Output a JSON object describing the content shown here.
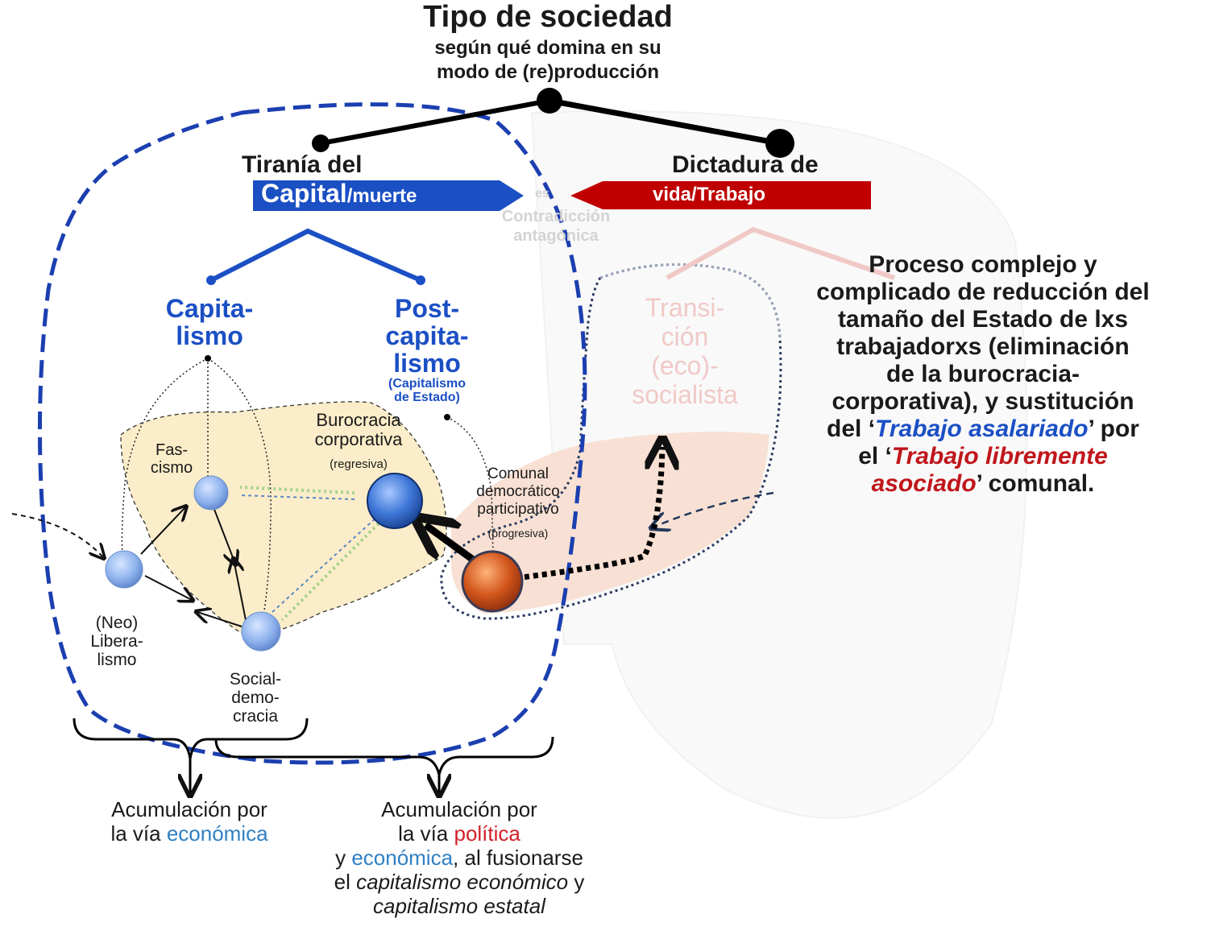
{
  "title": {
    "main": "Tipo de sociedad",
    "sub1": "según qué domina en su",
    "sub2": "modo de (re)producción"
  },
  "left_branch": {
    "label": "Tiranía del",
    "banner_big": "Capital",
    "banner_small": "/muerte"
  },
  "right_branch": {
    "label": "Dictadura de",
    "banner": "vida/Trabajo"
  },
  "center": {
    "es": "es",
    "line1": "Contradicción",
    "line2": "antagónica"
  },
  "capitalismo": {
    "l1": "Capita-",
    "l2": "lismo"
  },
  "postcapitalismo": {
    "l1": "Post-",
    "l2": "capita-",
    "l3": "lismo",
    "p1": "(Capitalismo",
    "p2": "de Estado)"
  },
  "transicion": {
    "l1": "Transi-",
    "l2": "ción",
    "l3": "(eco)-",
    "l4": "socialista"
  },
  "nodes": {
    "burocracia1": "Burocracia",
    "burocracia2": "corporativa",
    "regresiva": "(regresiva)",
    "fascismo1": "Fas-",
    "fascismo2": "cismo",
    "comunal1": "Comunal",
    "comunal2": "democrático",
    "comunal3": "participativo",
    "progresiva": "(progresiva)",
    "neo1": "(Neo)",
    "neo2": "Libera-",
    "neo3": "lismo",
    "social1": "Social-",
    "social2": "demo-",
    "social3": "cracia"
  },
  "process_text": {
    "l1": "Proceso complejo y",
    "l2": "complicado de reducción del",
    "l3": "tamaño del Estado de lxs",
    "l4": "trabajadorxs (eliminación",
    "l5": "de la burocracia-",
    "l6": "corporativa), y sustitución",
    "l7_a": "del ‘",
    "l7_b": "Trabajo asalariado",
    "l7_c": "’ por",
    "l8_a": "el ‘",
    "l8_b": "Trabajo libremente",
    "l9_b": "asociado",
    "l9_c": "’ comunal."
  },
  "accumulation": {
    "eco_1": "Acumulación por",
    "eco_2a": "la vía ",
    "eco_2b": "económica",
    "pol_1": "Acumulación por",
    "pol_2a": "la vía ",
    "pol_2b": "política",
    "pol_3a": "y ",
    "pol_3b": "económica",
    "pol_3c": ", al fusionarse",
    "pol_4a": "el ",
    "pol_4b": "capitalismo económico",
    "pol_4c": " y",
    "pol_5": "capitalismo estatal"
  },
  "colors": {
    "blue": "#1b4fc4",
    "red": "#c0161b",
    "dark_red_banner": "#c00000",
    "yellow_area": "#fbedc9",
    "pink_area": "#f8dfd2"
  }
}
